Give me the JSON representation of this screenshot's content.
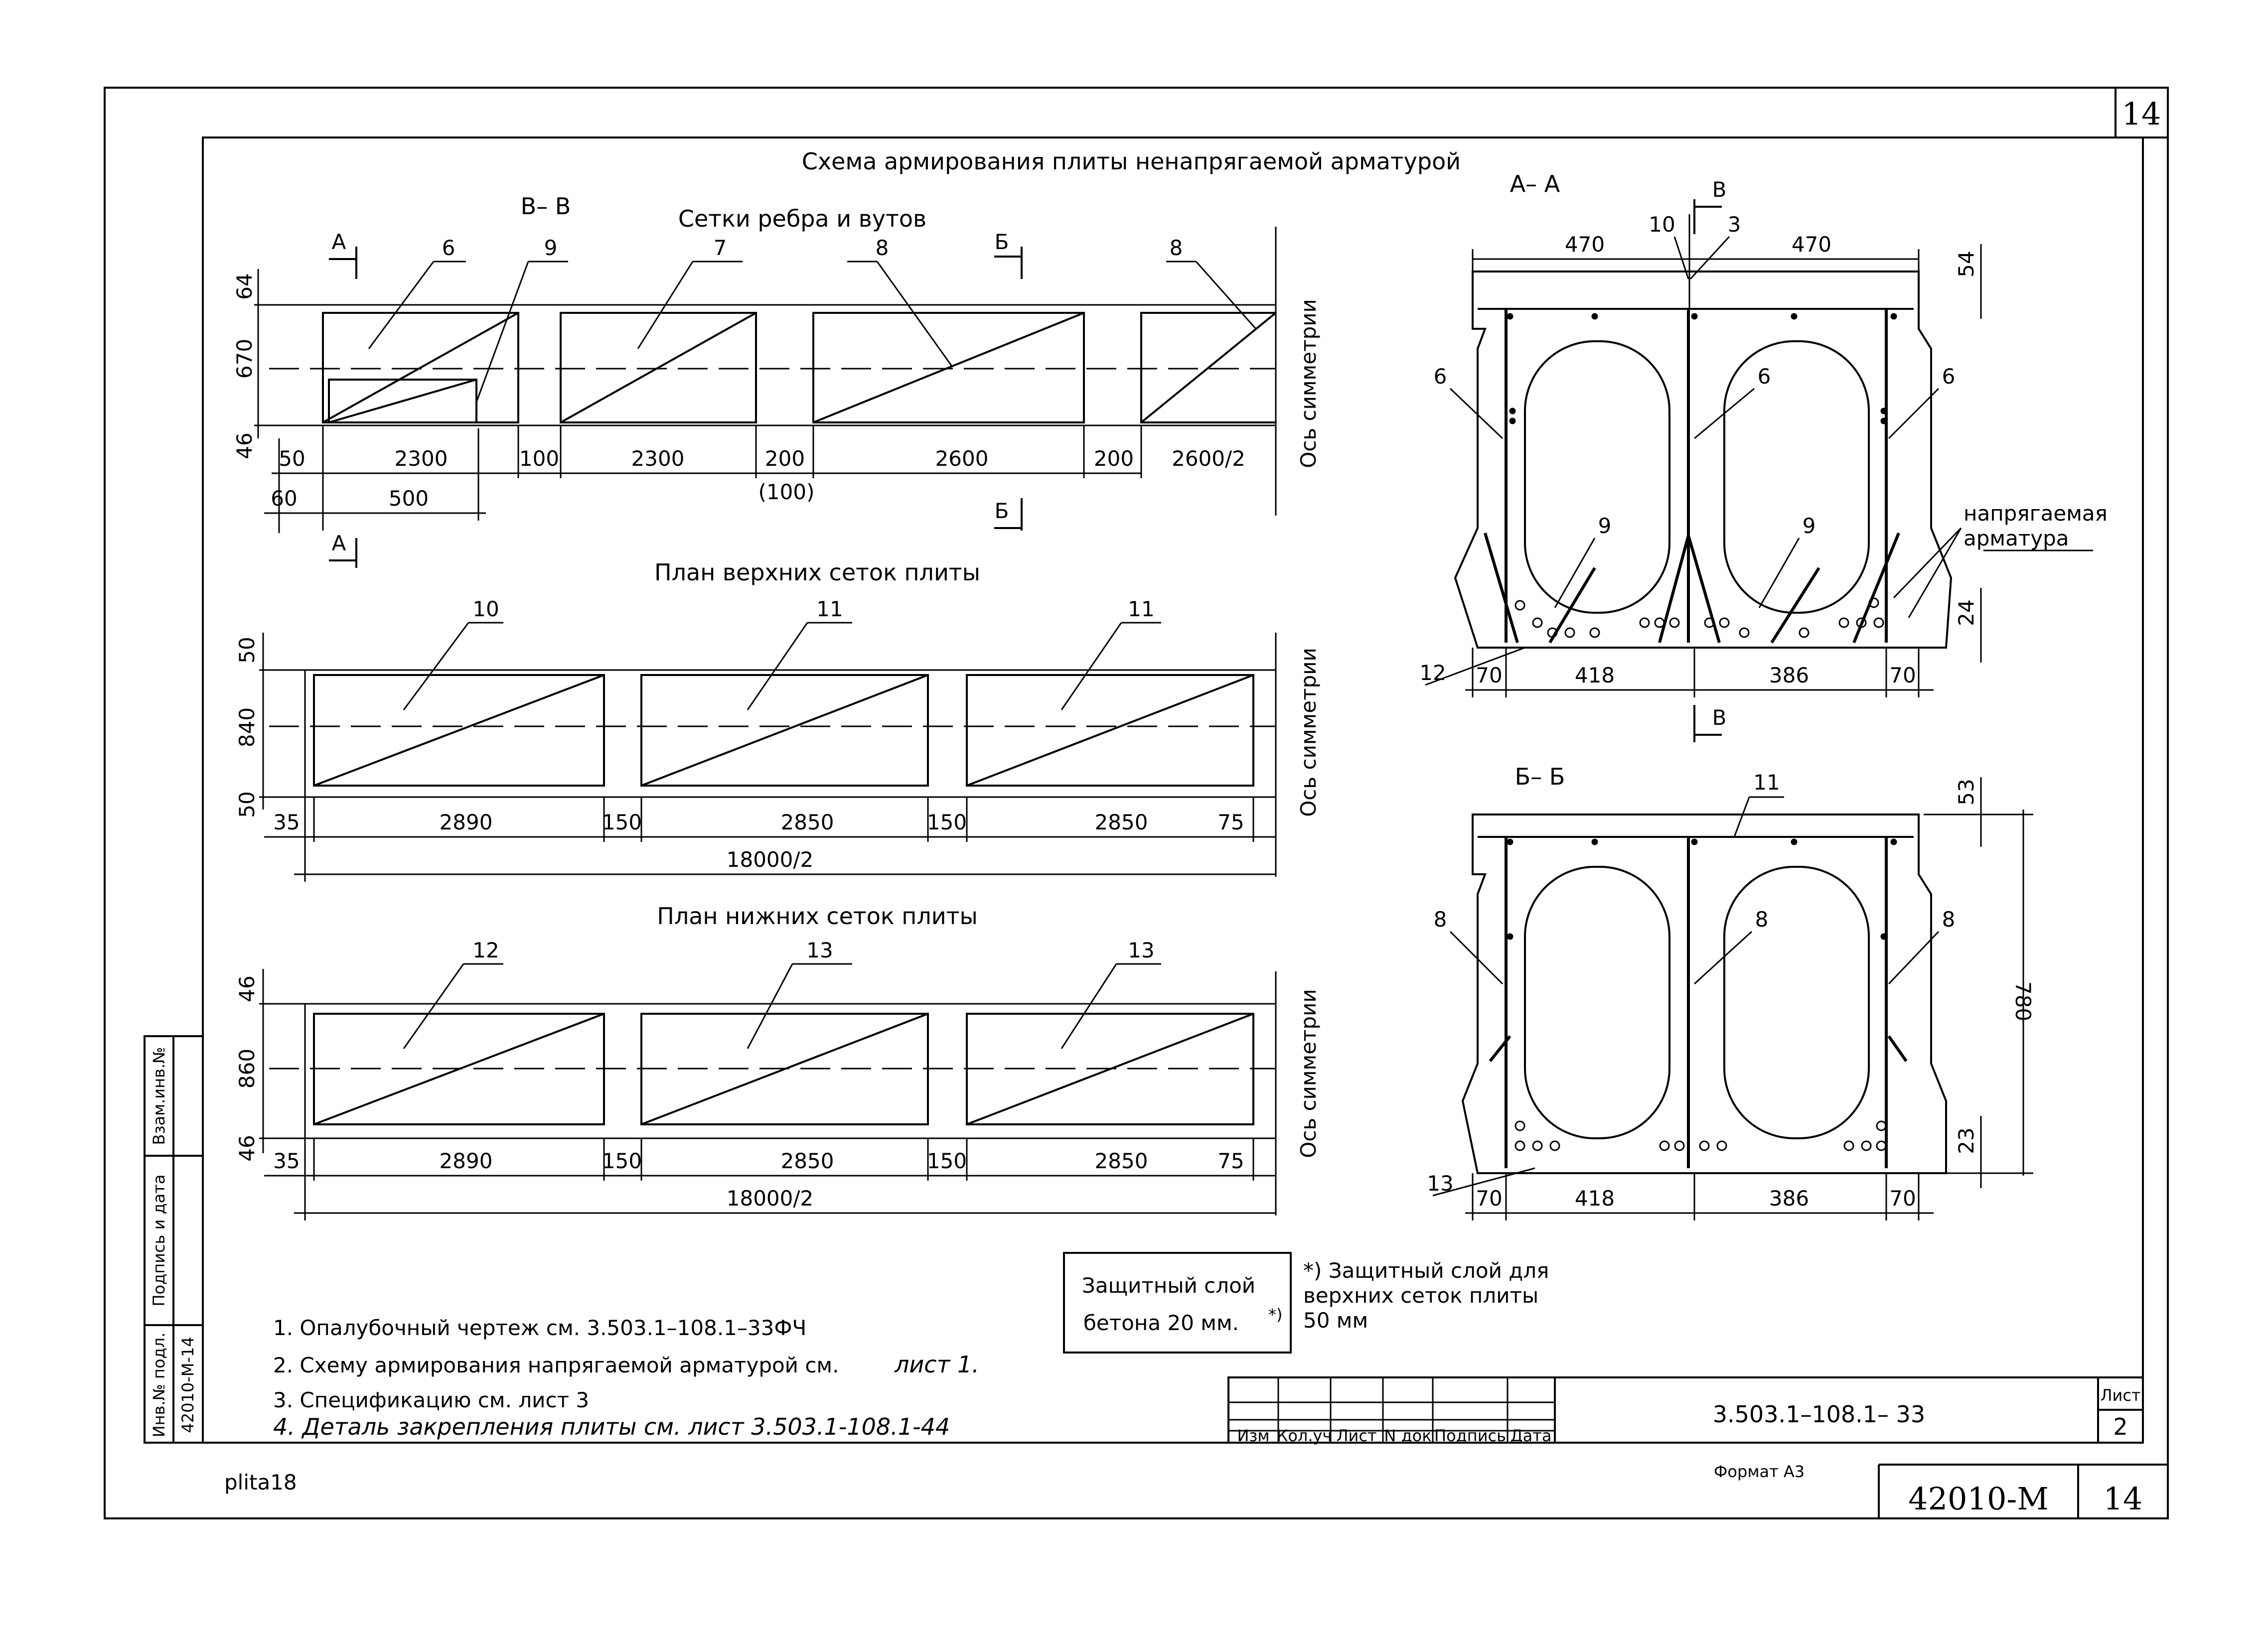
{
  "sheet_number_corner": "14",
  "title": "Схема армирования плиты ненапрягаемой арматурой",
  "section_vv": {
    "label": "В– В",
    "subtitle": "Сетки ребра и вутов",
    "cut_a": "А",
    "cut_b": "Б",
    "marks": [
      "6",
      "9",
      "7",
      "8",
      "8"
    ],
    "vert_dims": [
      "64",
      "670",
      "46"
    ],
    "dims_row1": [
      "50",
      "2300",
      "100",
      "2300",
      "200",
      "2600",
      "200",
      "2600/2"
    ],
    "dims_row2": [
      "60",
      "500"
    ],
    "dim_note": "(100)",
    "axis_label": "Ось симметрии"
  },
  "plan_top": {
    "title": "План верхних сеток плиты",
    "marks": [
      "10",
      "11",
      "11"
    ],
    "vert_dims": [
      "50",
      "840",
      "50"
    ],
    "dims": [
      "35",
      "2890",
      "150",
      "2850",
      "150",
      "2850",
      "75"
    ],
    "total": "18000/2",
    "axis_label": "Ось симметрии"
  },
  "plan_bottom": {
    "title": "План нижних сеток плиты",
    "marks": [
      "12",
      "13",
      "13"
    ],
    "vert_dims": [
      "46",
      "860",
      "46"
    ],
    "dims": [
      "35",
      "2890",
      "150",
      "2850",
      "150",
      "2850",
      "75"
    ],
    "total": "18000/2",
    "axis_label": "Ось симметрии"
  },
  "section_aa": {
    "label": "А– А",
    "cut_v": "В",
    "top_dims": [
      "470",
      "470"
    ],
    "marks_top": [
      "10",
      "3"
    ],
    "marks_side": [
      "6",
      "6",
      "6"
    ],
    "marks_low": [
      "9",
      "9"
    ],
    "mark_bottom": "12",
    "right_dims": [
      "54",
      "24"
    ],
    "bottom_dims": [
      "70",
      "418",
      "386",
      "70"
    ],
    "note_prestressed": [
      "напрягаемая",
      "арматура"
    ]
  },
  "section_bb": {
    "label": "Б– Б",
    "mark_top": "11",
    "marks_side": [
      "8",
      "8",
      "8"
    ],
    "mark_bottom": "13",
    "right_dims": [
      "53",
      "780",
      "23"
    ],
    "bottom_dims": [
      "70",
      "418",
      "386",
      "70"
    ]
  },
  "cover_box": {
    "line1": "Защитный слой",
    "line2": "бетона 20 мм.",
    "star": "*)"
  },
  "cover_note": [
    "*) Защитный слой для",
    "верхних сеток плиты",
    "50 мм"
  ],
  "notes": [
    "1. Опалубочный чертеж см. 3.503.1–108.1–33ФЧ",
    "2. Схему армирования напрягаемой арматурой см.",
    "3. Спецификацию см. лист 3",
    "4. Деталь закрепления плиты   см. лист  3.503.1-108.1-44"
  ],
  "note2_hand": "лист 1.",
  "side_stamp": [
    "Инв.№ подл.",
    "Подпись и дата",
    "Взам.инв.№",
    "42010-М-14"
  ],
  "title_block": {
    "columns": [
      "Изм",
      "Кол.уч",
      "Лист",
      "N док",
      "Подпись",
      "Дата"
    ],
    "doc_code": "3.503.1–108.1– 33",
    "sheet_label": "Лист",
    "sheet_no": "2"
  },
  "footer": {
    "file": "plita18",
    "format": "Формат А3",
    "archive": "42010-М",
    "page": "14"
  }
}
